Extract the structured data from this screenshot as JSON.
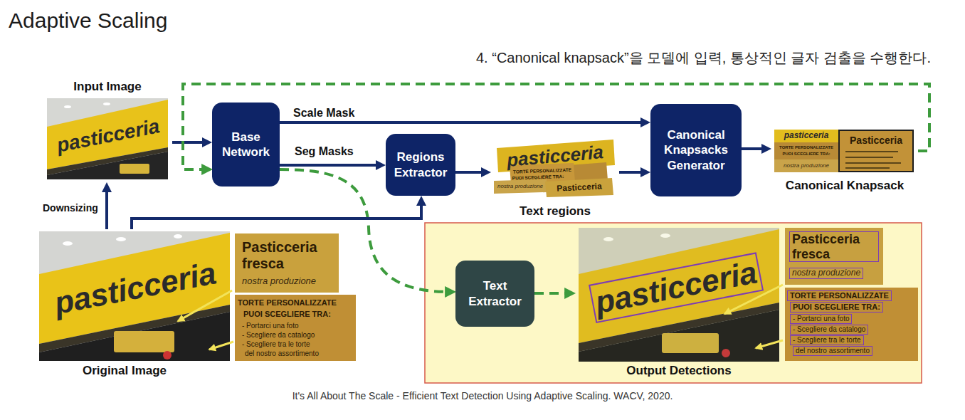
{
  "diagram": {
    "title": "Adaptive Scaling",
    "caption": "It's All About The Scale - Efficient Text Detection Using Adaptive Scaling. WACV, 2020.",
    "nodes": [
      {
        "text": [
          "Input Image"
        ]
      },
      {
        "text": [
          "Base Network"
        ]
      },
      {
        "text": [
          "Regions Extractor"
        ]
      },
      {
        "text": [
          "Canonical Knapsacks Generator"
        ]
      },
      {
        "text": [
          "Canonical Knapsack"
        ]
      },
      {
        "text": [
          "Text regions"
        ]
      },
      {
        "text": [
          "Original Image"
        ]
      },
      {
        "text": [
          "Text Extractor"
        ]
      },
      {
        "text": [
          "Output Detections"
        ]
      }
    ],
    "edges": [
      {
        "from": 0,
        "to": 1,
        "arrow": "to"
      },
      {
        "from": 1,
        "to": 3,
        "label": "Scale Mask",
        "arrow": "to"
      },
      {
        "from": 1,
        "to": 2,
        "label": "Seg Masks",
        "arrow": "to"
      },
      {
        "from": 2,
        "to": 5,
        "arrow": "to"
      },
      {
        "from": 5,
        "to": 3,
        "arrow": "to"
      },
      {
        "from": 3,
        "to": 4,
        "arrow": "to"
      },
      {
        "from": 4,
        "to": 1,
        "arrow": "to"
      },
      {
        "from": 1,
        "to": 7,
        "arrow": "to"
      },
      {
        "from": 7,
        "to": 8,
        "arrow": "to"
      },
      {
        "from": 6,
        "to": 0,
        "label": "Downsizing",
        "arrow": "to"
      },
      {
        "from": 6,
        "to": 2,
        "arrow": "to"
      }
    ],
    "labels": [
      "4. “Canonical knapsack”을 모델에 입력, 통상적인 글자 검출을 수행한다.",
      "pasticceria",
      "pasticceria",
      "TORTE PERSONALIZZATE",
      "PUOI SCEGLIERE TRA:",
      "nostra produzione",
      "Pasticceria",
      "pasticceria",
      "Pasticceria",
      "TORTE PERSONALIZZATE",
      "PUOI SCEGLIERE TRA:",
      "nostra produzione",
      "pasticceria",
      "Pasticceria fresca",
      "nostra produzione",
      "TORTE PERSONALIZZATE",
      "PUOI SCEGLIERE TRA:",
      "- Portarci una foto",
      "- Scegliere da catalogo",
      "- Scegliere tra le torte",
      "del nostro assortimento",
      "pasticceria",
      "Pasticceria fresca",
      "nostra produzione",
      "TORTE PERSONALIZZATE",
      "PUOI SCEGLIERE TRA:",
      "- Portarci una foto",
      "- Scegliere da catalogo",
      "- Scegliere tra le torte",
      "del nostro assortimento"
    ]
  }
}
